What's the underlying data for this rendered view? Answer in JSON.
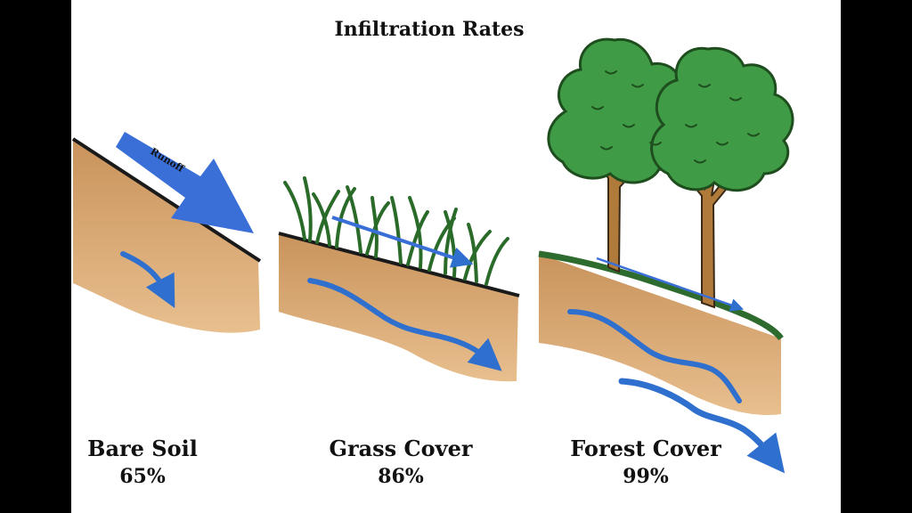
{
  "title": "Infiltration Rates",
  "runoff_label": "Runoff",
  "panels": [
    {
      "name": "Bare Soil",
      "infiltration": "65%"
    },
    {
      "name": "Grass Cover",
      "infiltration": "86%"
    },
    {
      "name": "Forest Cover",
      "infiltration": "99%"
    }
  ],
  "colors": {
    "soil": "#d8a46e",
    "water_arrow": "#2f6fce",
    "grass": "#2e7d32",
    "tree_foliage": "#3f9b45",
    "trunk": "#b07a3a"
  }
}
